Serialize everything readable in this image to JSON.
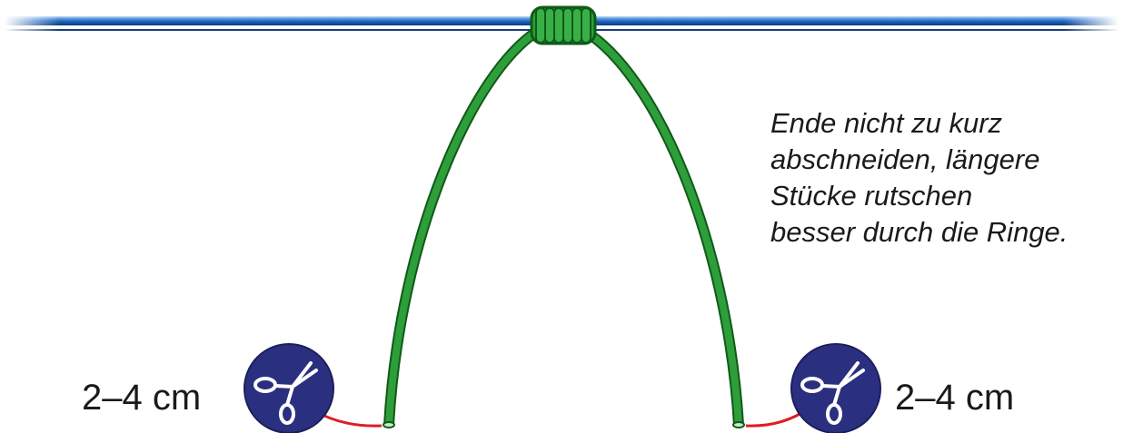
{
  "note": {
    "lines": [
      "Ende nicht zu kurz",
      "abschneiden, längere",
      "Stücke rutschen",
      "besser durch die Ringe."
    ]
  },
  "measure_left": "2–4 cm",
  "measure_right": "2–4 cm",
  "icons": {
    "scissors": "scissors-icon"
  },
  "colors": {
    "line": "#1e8c2c",
    "line_dark": "#0f5a18",
    "rod": "#2a72c8",
    "cut_end": "#e01b24",
    "scissor_badge": "#2b2f80"
  }
}
